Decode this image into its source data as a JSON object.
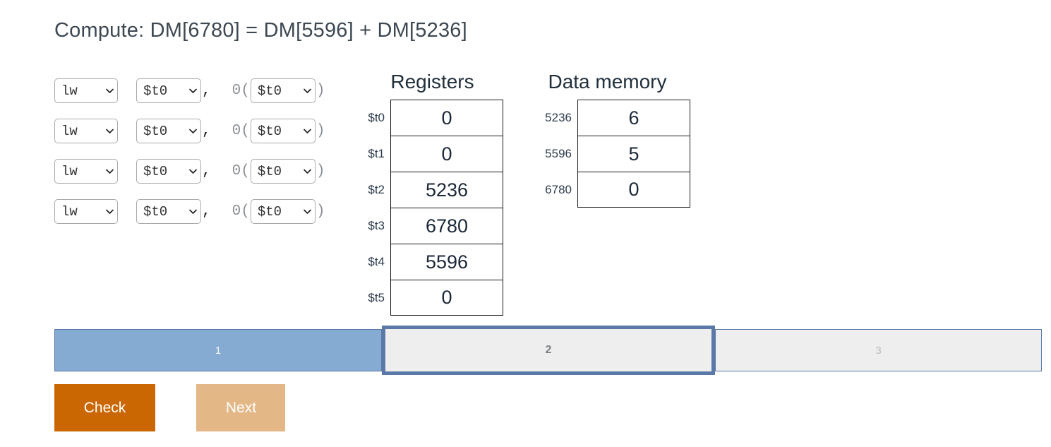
{
  "task": {
    "title": "Compute: DM[6780] = DM[5596] + DM[5236]"
  },
  "program": {
    "separators": {
      "comma": ",",
      "offset_open": "0(",
      "offset_close": ")"
    },
    "instructions": [
      {
        "op": "lw",
        "rd": "$t0",
        "base": "$t0"
      },
      {
        "op": "lw",
        "rd": "$t0",
        "base": "$t0"
      },
      {
        "op": "lw",
        "rd": "$t0",
        "base": "$t0"
      },
      {
        "op": "lw",
        "rd": "$t0",
        "base": "$t0"
      }
    ]
  },
  "registers": {
    "title": "Registers",
    "rows": [
      {
        "name": "$t0",
        "value": "0"
      },
      {
        "name": "$t1",
        "value": "0"
      },
      {
        "name": "$t2",
        "value": "5236"
      },
      {
        "name": "$t3",
        "value": "6780"
      },
      {
        "name": "$t4",
        "value": "5596"
      },
      {
        "name": "$t5",
        "value": "0"
      }
    ]
  },
  "data_memory": {
    "title": "Data memory",
    "rows": [
      {
        "address": "5236",
        "value": "6"
      },
      {
        "address": "5596",
        "value": "5"
      },
      {
        "address": "6780",
        "value": "0"
      }
    ]
  },
  "steps": [
    {
      "label": "1",
      "state": "done"
    },
    {
      "label": "2",
      "state": "current"
    },
    {
      "label": "3",
      "state": "upcoming"
    }
  ],
  "actions": {
    "check_label": "Check",
    "next_label": "Next"
  },
  "colors": {
    "step_done": "#86abd3",
    "step_border": "#5a78a8",
    "step_idle": "#eeeeee",
    "check_button": "#ca6702",
    "next_button": "#e4b787",
    "title_text": "#3d4852"
  }
}
